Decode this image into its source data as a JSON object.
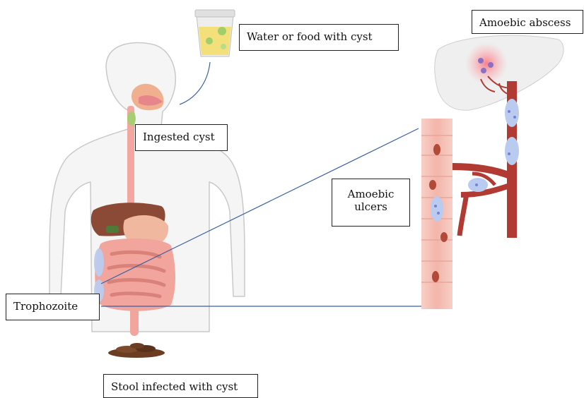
{
  "labels": {
    "water": "Water or food with cyst",
    "ingested": "Ingested cyst",
    "abscess": "Amoebic abscess",
    "ulcers_line1": "Amoebic",
    "ulcers_line2": "ulcers",
    "trophozoite": "Trophozoite",
    "stool": "Stool infected with cyst"
  },
  "colors": {
    "body_outline": "#c9c9c9",
    "body_fill": "#f4f4f4",
    "esophagus": "#f2a8a0",
    "intestine": "#f1a59c",
    "liver": "#8b4a36",
    "stomach": "#f0b89e",
    "vessel": "#b13a32",
    "colon_wall": "#f6c3ba",
    "water": "#f4e07a",
    "cyst": "#9fcf6b",
    "trophozoite": "#b9cbef",
    "stool": "#6b3d22",
    "pointer_line": "#3b5fa3"
  }
}
